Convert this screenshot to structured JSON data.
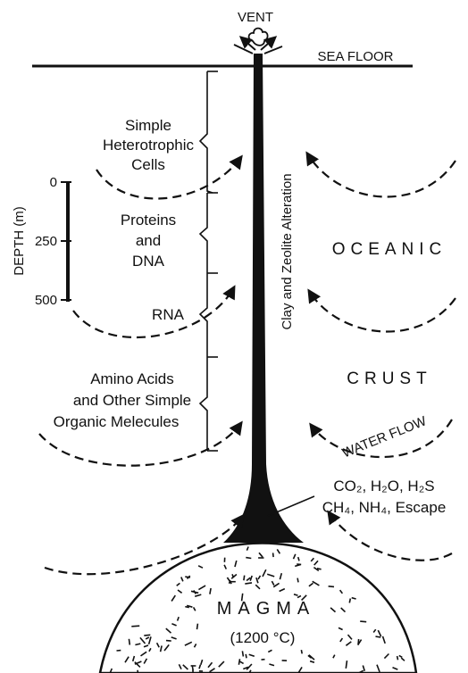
{
  "labels": {
    "vent": "VENT",
    "sea_floor": "SEA FLOOR",
    "alteration": "Clay and Zeolite Alteration",
    "cells_1": "Simple",
    "cells_2": "Heterotrophic",
    "cells_3": "Cells",
    "proteins_1": "Proteins",
    "proteins_2": "and",
    "proteins_3": "DNA",
    "rna": "RNA",
    "amino_1": "Amino Acids",
    "amino_2": "and Other Simple",
    "amino_3": "Organic Melecules",
    "oceanic": "OCEANIC",
    "crust": "CRUST",
    "water_flow": "WATER FLOW",
    "magma": "MAGMA",
    "magma_temp": "(1200 °C)",
    "depth_title": "DEPTH (m)",
    "depth_ticks": [
      "0",
      "250",
      "500"
    ],
    "gases_line1": "CO₂, H₂O, H₂S",
    "gases_line2": "CH₄, NH₄, Escape"
  }
}
